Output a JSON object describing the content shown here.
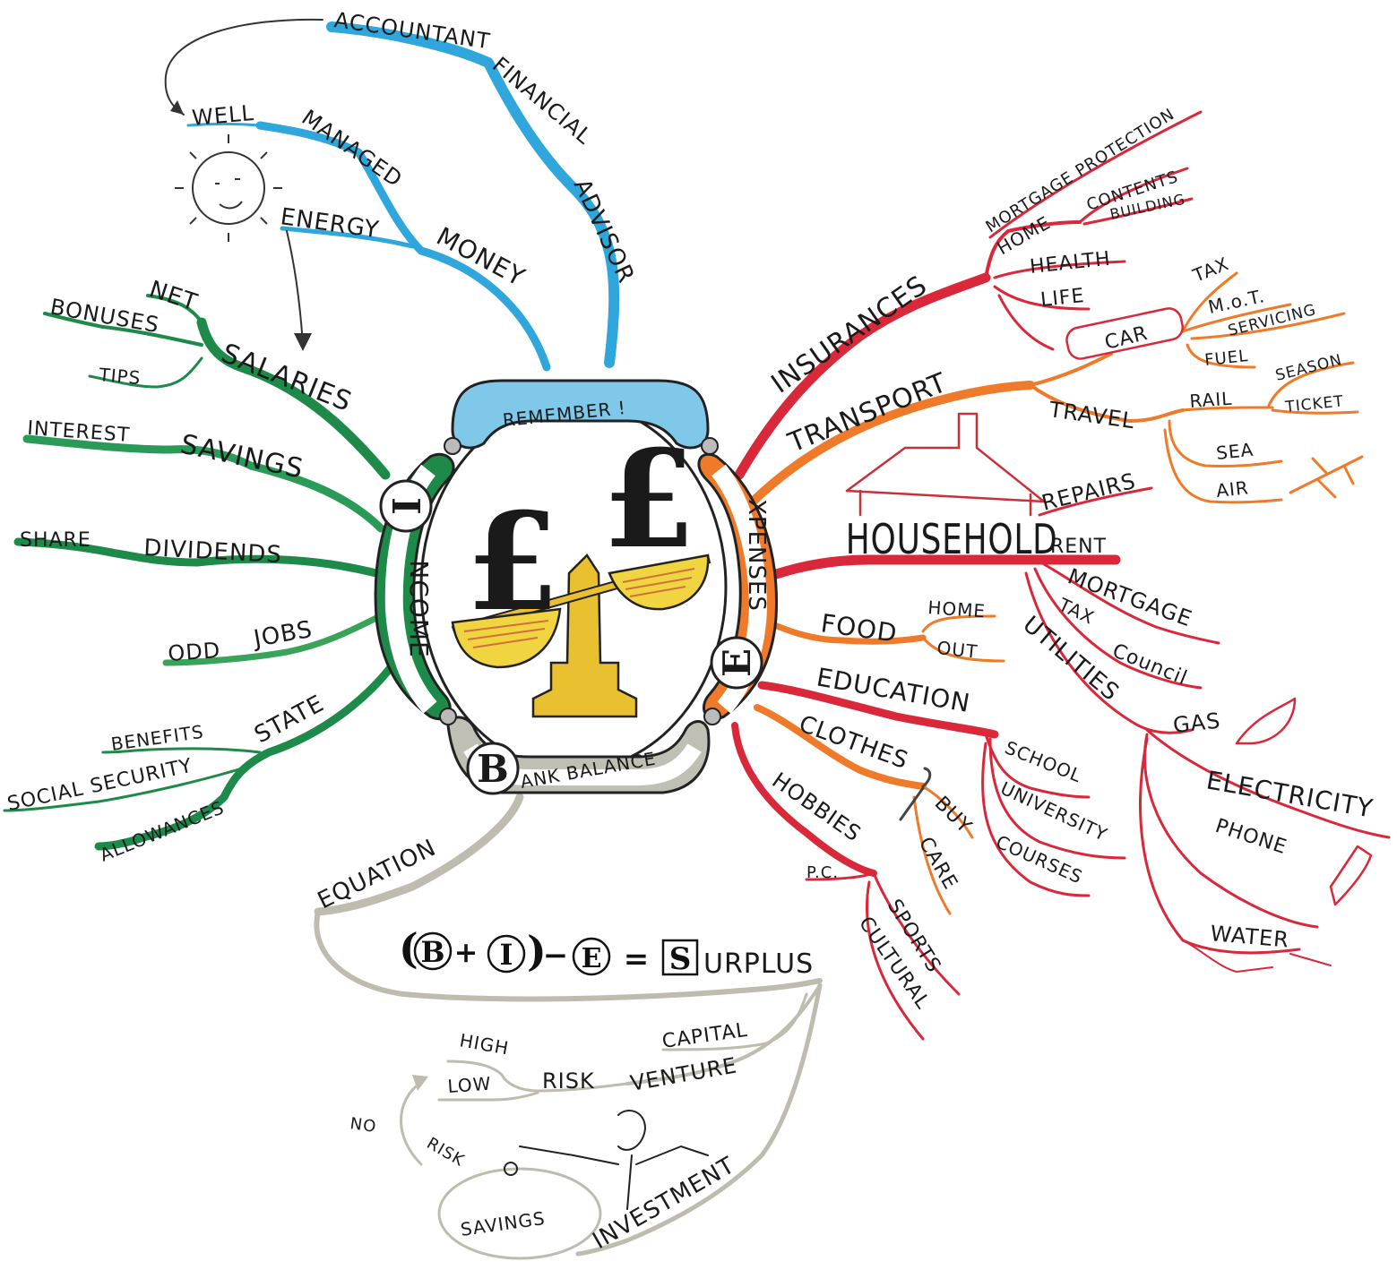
{
  "center": {
    "top_label": "REMEMBER !",
    "income_initial": "I",
    "income_rest": "NCOME",
    "expenses_initial": "E",
    "expenses_rest": "XPENSES",
    "balance_initial": "B",
    "balance_rest": "ANK BALANCE",
    "currency_glyph": "£"
  },
  "advice": {
    "accountant": "ACCOUNTANT",
    "financial": "FINANCIAL",
    "advisor": "ADVISOR",
    "well": "WELL",
    "managed": "MANAGED",
    "energy": "ENERGY",
    "money": "MONEY"
  },
  "income": {
    "salaries": "SALARIES",
    "net": "NET",
    "bonuses": "BONUSES",
    "tips": "TIPS",
    "savings": "SAVINGS",
    "interest": "INTEREST",
    "dividends": "DIVIDENDS",
    "share": "SHARE",
    "jobs": "JOBS",
    "odd": "ODD",
    "state": "STATE",
    "benefits": "BENEFITS",
    "social_security": "SOCIAL SECURITY",
    "allowances": "ALLOWANCES"
  },
  "expenses": {
    "insurances": "INSURANCES",
    "mortgage_protection": "MORTGAGE PROTECTION",
    "home": "HOME",
    "contents": "CONTENTS",
    "building": "BUILDING",
    "health": "HEALTH",
    "life": "LIFE",
    "transport": "TRANSPORT",
    "car": "CAR",
    "tax": "TAX",
    "mot": "M.o.T.",
    "servicing": "SERVICING",
    "fuel": "FUEL",
    "travel": "TRAVEL",
    "rail": "RAIL",
    "season": "SEASON",
    "ticket": "TICKET",
    "sea": "SEA",
    "air": "AIR",
    "household": "HOUSEHOLD",
    "repairs": "REPAIRS",
    "rent": "RENT",
    "mortgage": "MORTGAGE",
    "tax2": "TAX",
    "council": "Council",
    "utilities": "UTILITIES",
    "gas": "GAS",
    "electricity": "ELECTRICITY",
    "phone": "PHONE",
    "water": "WATER",
    "food": "FOOD",
    "food_home": "HOME",
    "food_out": "OUT",
    "education": "EDUCATION",
    "school": "SCHOOL",
    "university": "UNIVERSITY",
    "courses": "COURSES",
    "clothes": "CLOTHES",
    "buy": "BUY",
    "care": "CARE",
    "hobbies": "HOBBIES",
    "pc": "P.C.",
    "sports": "SPORTS",
    "cultural": "CULTURAL"
  },
  "balance": {
    "equation_label": "EQUATION",
    "eq_b": "B",
    "eq_plus": "+",
    "eq_i": "I",
    "eq_minus": "−",
    "eq_e": "E",
    "eq_equals": "=",
    "eq_s": "S",
    "eq_urplus": "URPLUS",
    "capital": "CAPITAL",
    "venture": "VENTURE",
    "risk": "RISK",
    "high": "HIGH",
    "low": "LOW",
    "no": "NO",
    "risk2": "RISK",
    "savings": "SAVINGS",
    "investment": "INVESTMENT"
  },
  "colors": {
    "advice_blue": "#2fa6dc",
    "income_green": "#1e8a4a",
    "expenses_red": "#d8283a",
    "expenses_orange": "#ee7a2a",
    "balance_grey": "#bdbcae",
    "scale_gold": "#e8c030"
  }
}
